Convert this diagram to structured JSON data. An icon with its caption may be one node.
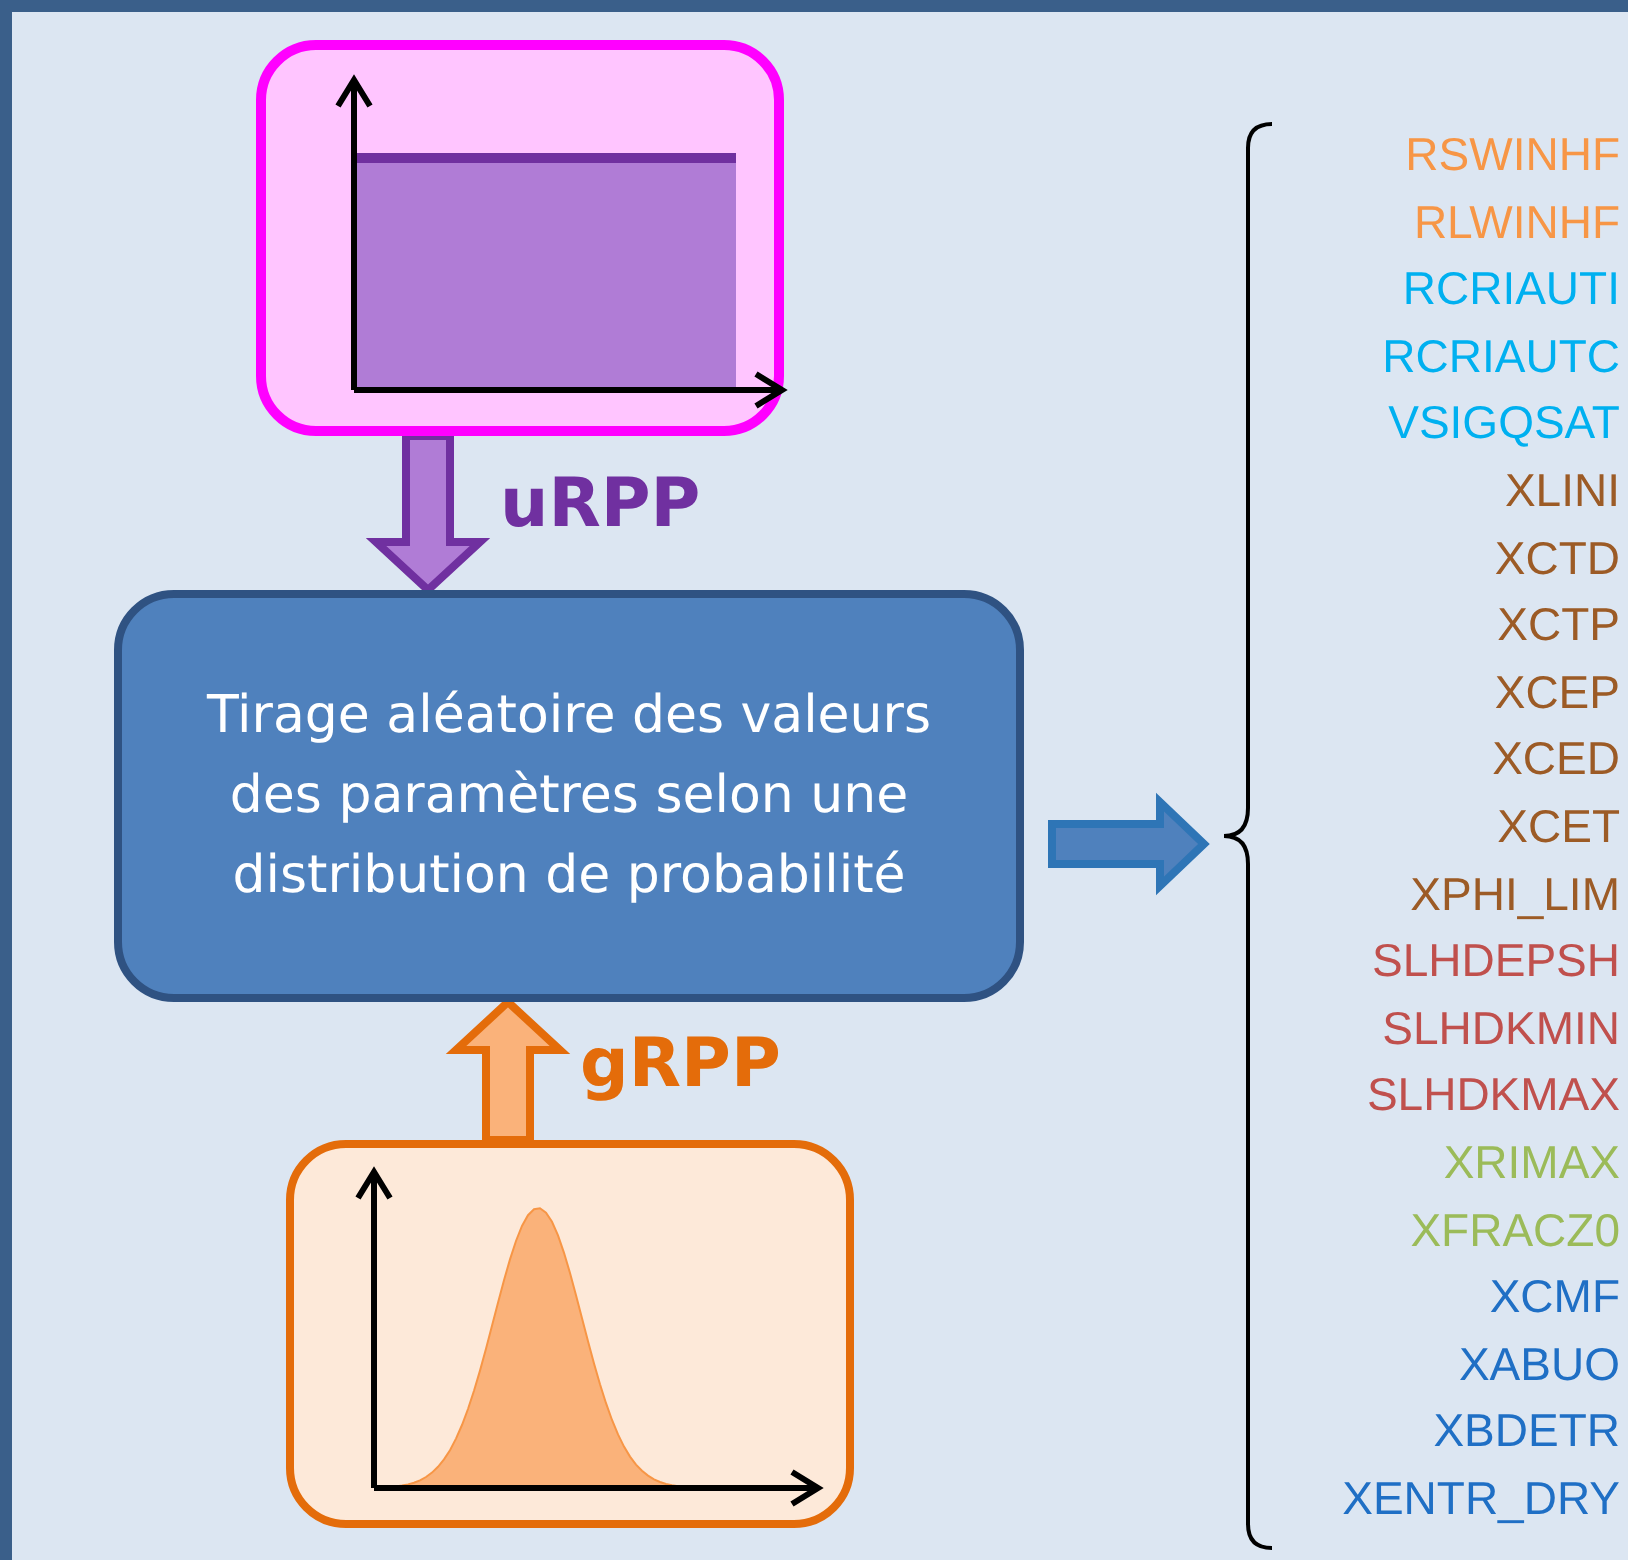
{
  "diagram": {
    "nodes": [
      {
        "text": [],
        "shape": "picture"
      },
      {
        "text": [
          "Tirage aléatoire des valeurs des paramètres selon une distribution de probabilité"
        ]
      },
      {
        "text": [],
        "shape": "picture"
      },
      {
        "text": [
          "RSWINHF",
          "RLWINHF",
          "RCRIAUTI",
          "RCRIAUTC",
          "VSIGQSAT",
          "XLINI",
          "XCTD",
          "XCTP",
          "XCEP",
          "XCED",
          "XCET",
          "XPHI_LIM",
          "SLHDEPSH",
          "SLHDKMIN",
          "SLHDKMAX",
          "XRIMAX",
          "XFRACZ0",
          "XCMF",
          "XABUO",
          "XBDETR",
          "XENTR_DRY"
        ]
      }
    ],
    "edges": [
      {
        "from": 0,
        "to": 1,
        "arrow": "to",
        "label": "uRPP",
        "color": "#7030a0"
      },
      {
        "from": 2,
        "to": 1,
        "arrow": "to",
        "label": "gRPP",
        "color": "#e46c0a"
      },
      {
        "from": 1,
        "to": 3,
        "arrow": "to",
        "color": "#2e75b6"
      }
    ]
  }
}
